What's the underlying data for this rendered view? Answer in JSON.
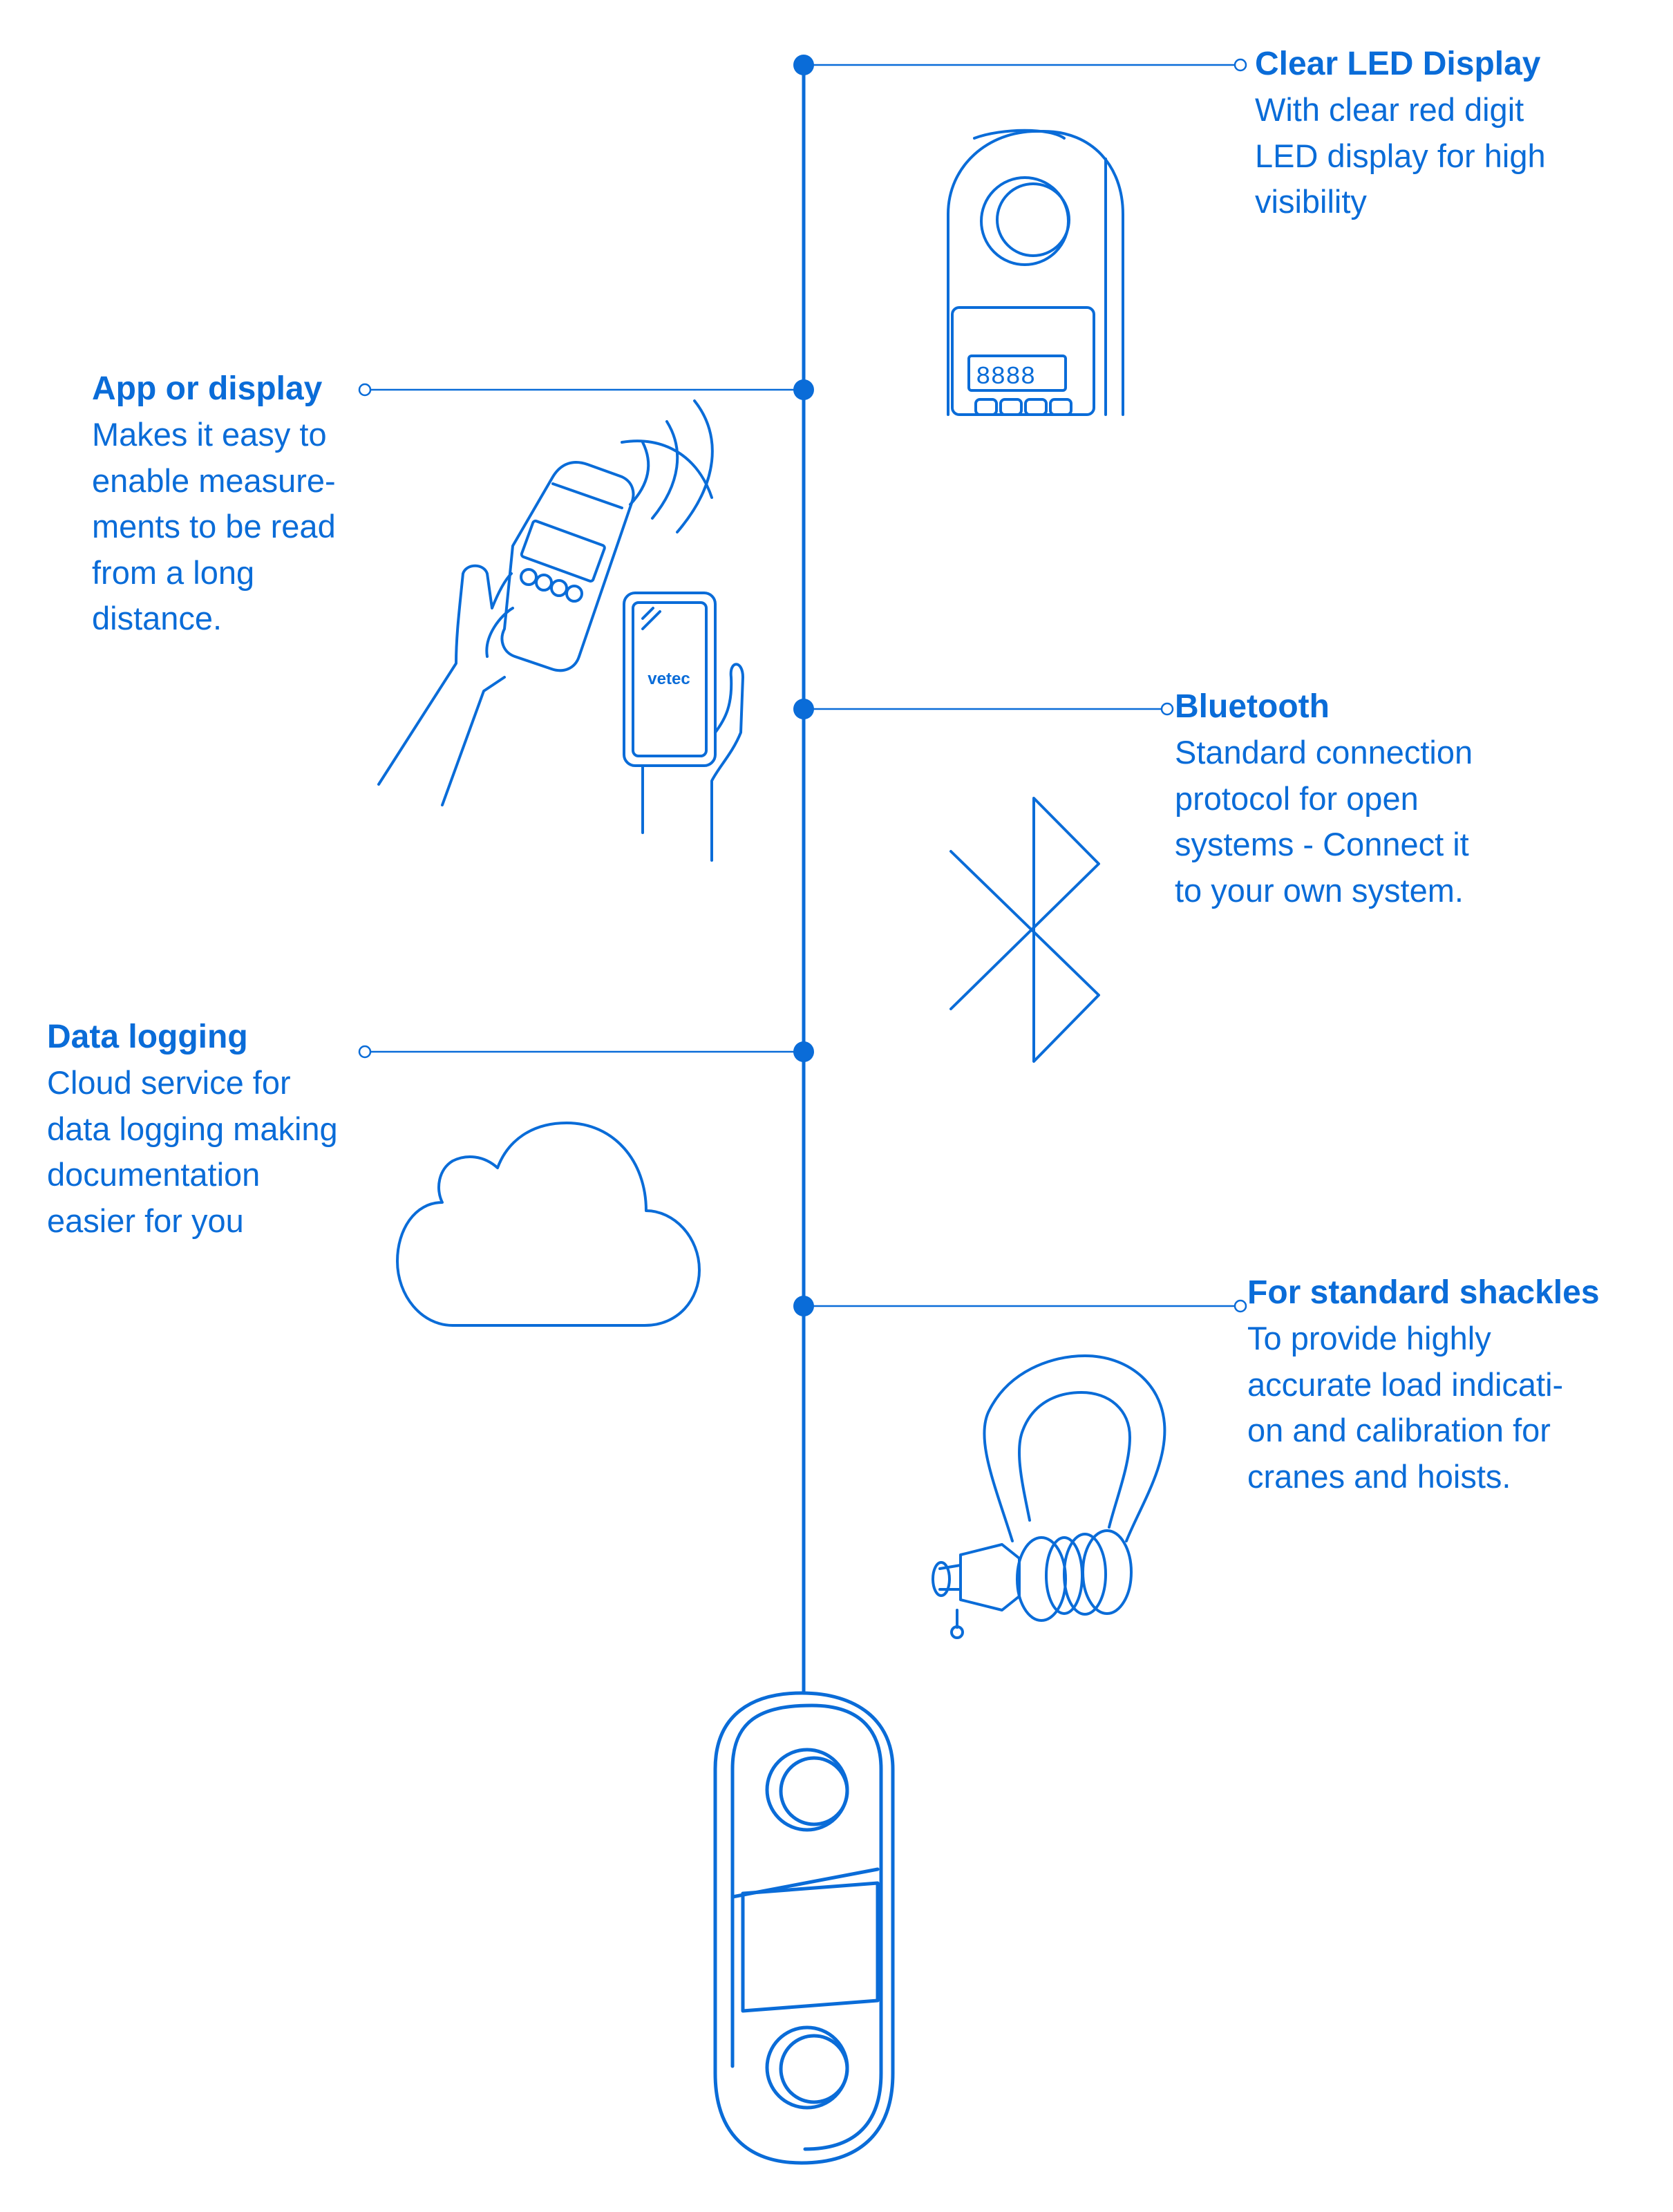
{
  "colors": {
    "accent": "#0a6cd8"
  },
  "features": {
    "led": {
      "title": "Clear LED Display",
      "text": "With clear red digit\nLED display for high\nvisibility",
      "icon": "load-cell-display-icon"
    },
    "app": {
      "title": "App or display",
      "text": "Makes it easy to\nenable measure-\nments to be read\nfrom a long\ndistance.",
      "icon": "remote-and-phone-icon"
    },
    "bluetooth": {
      "title": "Bluetooth",
      "text": "Standard connection\nprotocol for open\nsystems - Connect it\nto your own system.",
      "icon": "bluetooth-icon"
    },
    "logging": {
      "title": "Data logging",
      "text": "Cloud service for\ndata logging making\ndocumentation\neasier for you",
      "icon": "cloud-icon"
    },
    "shackles": {
      "title": "For standard shackles",
      "text": "To provide highly\naccurate load indicati-\non and calibration for\ncranes and hoists.",
      "icon": "shackle-icon"
    }
  },
  "phone_brand": "vetec",
  "led_digits": "8888"
}
